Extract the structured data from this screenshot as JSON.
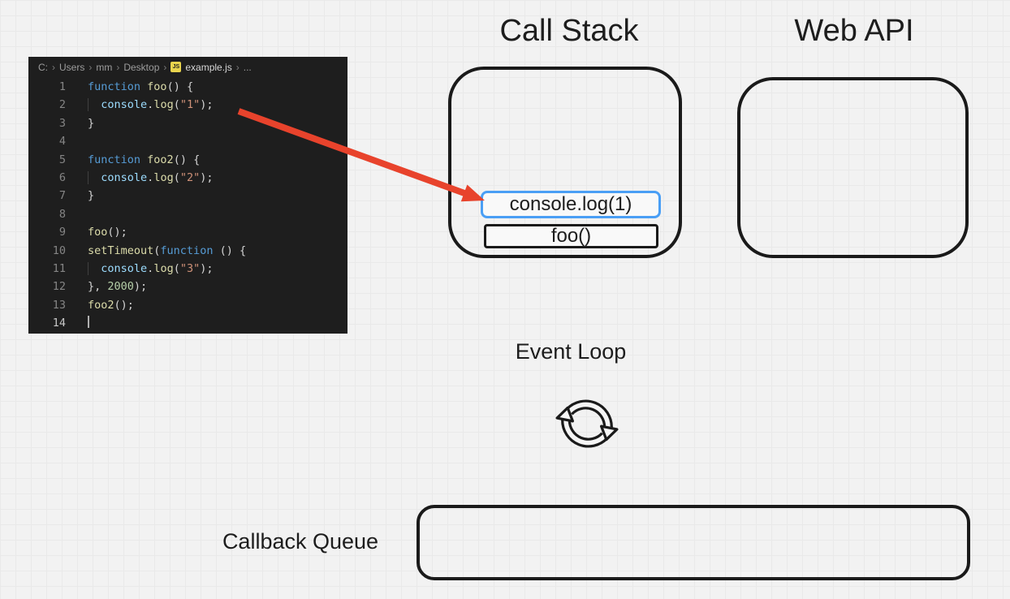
{
  "editor": {
    "breadcrumb": {
      "items": [
        "C:",
        "Users",
        "mm",
        "Desktop"
      ],
      "sep": "›",
      "file_icon_text": "JS",
      "file": "example.js",
      "overflow": "..."
    },
    "lines": [
      {
        "num": "1",
        "tokens": [
          {
            "t": "function",
            "c": "kw"
          },
          {
            "t": " ",
            "c": "pl"
          },
          {
            "t": "foo",
            "c": "fn"
          },
          {
            "t": "() {",
            "c": "pl"
          }
        ]
      },
      {
        "num": "2",
        "tokens": [
          {
            "t": "  ",
            "c": "ind"
          },
          {
            "t": "console",
            "c": "var"
          },
          {
            "t": ".",
            "c": "pl"
          },
          {
            "t": "log",
            "c": "fn"
          },
          {
            "t": "(",
            "c": "pl"
          },
          {
            "t": "\"1\"",
            "c": "str"
          },
          {
            "t": ");",
            "c": "pl"
          }
        ]
      },
      {
        "num": "3",
        "tokens": [
          {
            "t": "}",
            "c": "pl"
          }
        ]
      },
      {
        "num": "4",
        "tokens": []
      },
      {
        "num": "5",
        "tokens": [
          {
            "t": "function",
            "c": "kw"
          },
          {
            "t": " ",
            "c": "pl"
          },
          {
            "t": "foo2",
            "c": "fn"
          },
          {
            "t": "() {",
            "c": "pl"
          }
        ]
      },
      {
        "num": "6",
        "tokens": [
          {
            "t": "  ",
            "c": "ind"
          },
          {
            "t": "console",
            "c": "var"
          },
          {
            "t": ".",
            "c": "pl"
          },
          {
            "t": "log",
            "c": "fn"
          },
          {
            "t": "(",
            "c": "pl"
          },
          {
            "t": "\"2\"",
            "c": "str"
          },
          {
            "t": ");",
            "c": "pl"
          }
        ]
      },
      {
        "num": "7",
        "tokens": [
          {
            "t": "}",
            "c": "pl"
          }
        ]
      },
      {
        "num": "8",
        "tokens": []
      },
      {
        "num": "9",
        "tokens": [
          {
            "t": "foo",
            "c": "fn"
          },
          {
            "t": "();",
            "c": "pl"
          }
        ]
      },
      {
        "num": "10",
        "tokens": [
          {
            "t": "setTimeout",
            "c": "fn"
          },
          {
            "t": "(",
            "c": "pl"
          },
          {
            "t": "function",
            "c": "kw"
          },
          {
            "t": " () {",
            "c": "pl"
          }
        ]
      },
      {
        "num": "11",
        "tokens": [
          {
            "t": "  ",
            "c": "ind"
          },
          {
            "t": "console",
            "c": "var"
          },
          {
            "t": ".",
            "c": "pl"
          },
          {
            "t": "log",
            "c": "fn"
          },
          {
            "t": "(",
            "c": "pl"
          },
          {
            "t": "\"3\"",
            "c": "str"
          },
          {
            "t": ");",
            "c": "pl"
          }
        ]
      },
      {
        "num": "12",
        "tokens": [
          {
            "t": "}, ",
            "c": "pl"
          },
          {
            "t": "2000",
            "c": "num"
          },
          {
            "t": ");",
            "c": "pl"
          }
        ]
      },
      {
        "num": "13",
        "tokens": [
          {
            "t": "foo2",
            "c": "fn"
          },
          {
            "t": "();",
            "c": "pl"
          }
        ]
      },
      {
        "num": "14",
        "tokens": [],
        "active": true
      }
    ]
  },
  "diagram": {
    "call_stack": {
      "title": "Call Stack",
      "frames": [
        {
          "label": "console.log(1)",
          "selected": true
        },
        {
          "label": "foo()",
          "selected": false
        }
      ]
    },
    "web_api": {
      "title": "Web API"
    },
    "event_loop": {
      "title": "Event Loop",
      "icon": "sync-cycle-icon"
    },
    "callback_queue": {
      "title": "Callback Queue"
    }
  },
  "colors": {
    "canvas_bg": "#f2f2f2",
    "grid": "#e9e9e9",
    "stroke": "#1a1a1a",
    "accent": "#4a9ff5",
    "arrow": "#e8432c",
    "editor_bg": "#1e1e1e",
    "kw": "#569cd6",
    "fn": "#dcdcaa",
    "var": "#9cdcfe",
    "str": "#ce9178",
    "num": "#b5cea8",
    "plain": "#d4d4d4"
  }
}
